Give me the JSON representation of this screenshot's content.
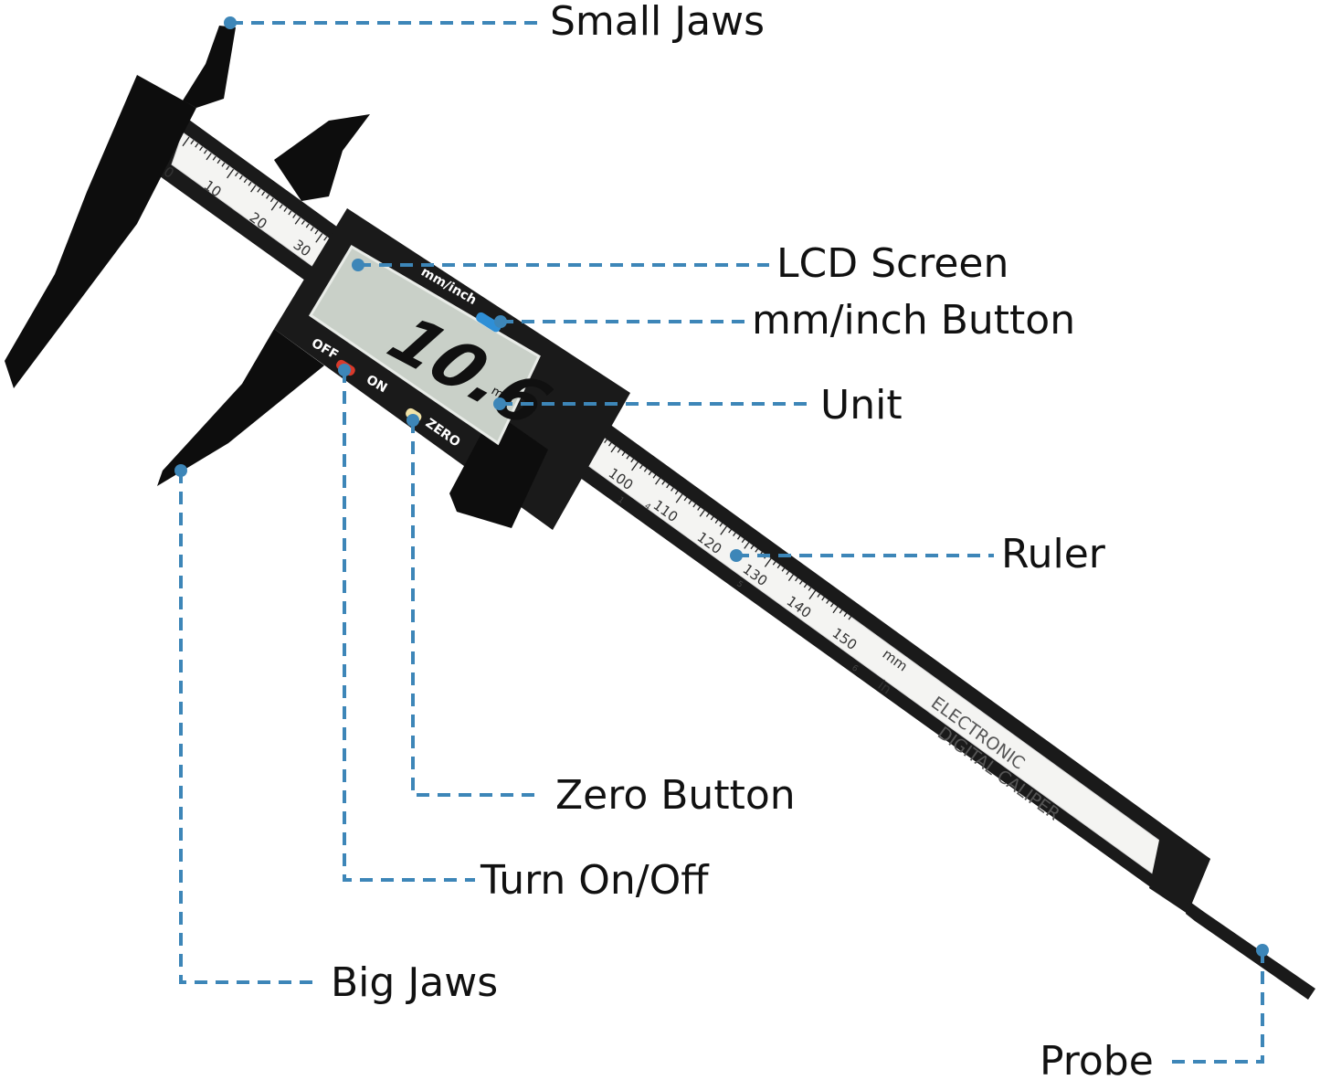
{
  "labels": {
    "small_jaws": "Small Jaws",
    "lcd_screen": "LCD Screen",
    "mm_inch_button": "mm/inch Button",
    "unit": "Unit",
    "ruler": "Ruler",
    "zero_button": "Zero Button",
    "turn_on_off": "Turn On/Off",
    "big_jaws": "Big Jaws",
    "probe": "Probe"
  },
  "device": {
    "display_value": "10.6",
    "display_unit": "mm",
    "mode_label": "mm/inch",
    "off_label": "OFF",
    "on_label": "ON",
    "zero_label": "ZERO",
    "brand_line1": "ELECTRONIC",
    "brand_line2": "DIGITAL CALIPER",
    "scale_unit_mm": "mm",
    "scale_unit_in": "in",
    "mm_scale_numbers": [
      "0",
      "10",
      "20",
      "30",
      "100",
      "110",
      "120",
      "130",
      "140",
      "150"
    ],
    "inch_scale_numbers": [
      "1",
      "4",
      "5",
      "6"
    ]
  },
  "colors": {
    "leader_line": "#3d86b8",
    "body": "#1a1a1a",
    "ruler_face": "#f4f4f2",
    "lcd_glass": "#c9d0c8",
    "mode_button": "#2f8fd6",
    "power_button": "#d93a2b",
    "zero_button": "#f1e3a8"
  }
}
